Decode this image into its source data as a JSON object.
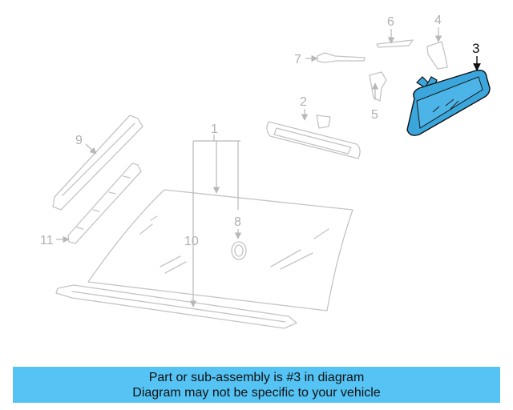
{
  "diagram": {
    "callouts": {
      "c1": "1",
      "c2": "2",
      "c3": "3",
      "c4": "4",
      "c5": "5",
      "c6": "6",
      "c7": "7",
      "c8": "8",
      "c9": "9",
      "c10": "10",
      "c11": "11"
    },
    "highlighted_part": "3",
    "colors": {
      "highlight": "#3aa6dc",
      "banner": "#55c3f4",
      "line_art": "#c4c4c4"
    }
  },
  "banner": {
    "line1": "Part or sub-assembly is #3 in diagram",
    "line2": "Diagram may not be specific to your vehicle"
  }
}
